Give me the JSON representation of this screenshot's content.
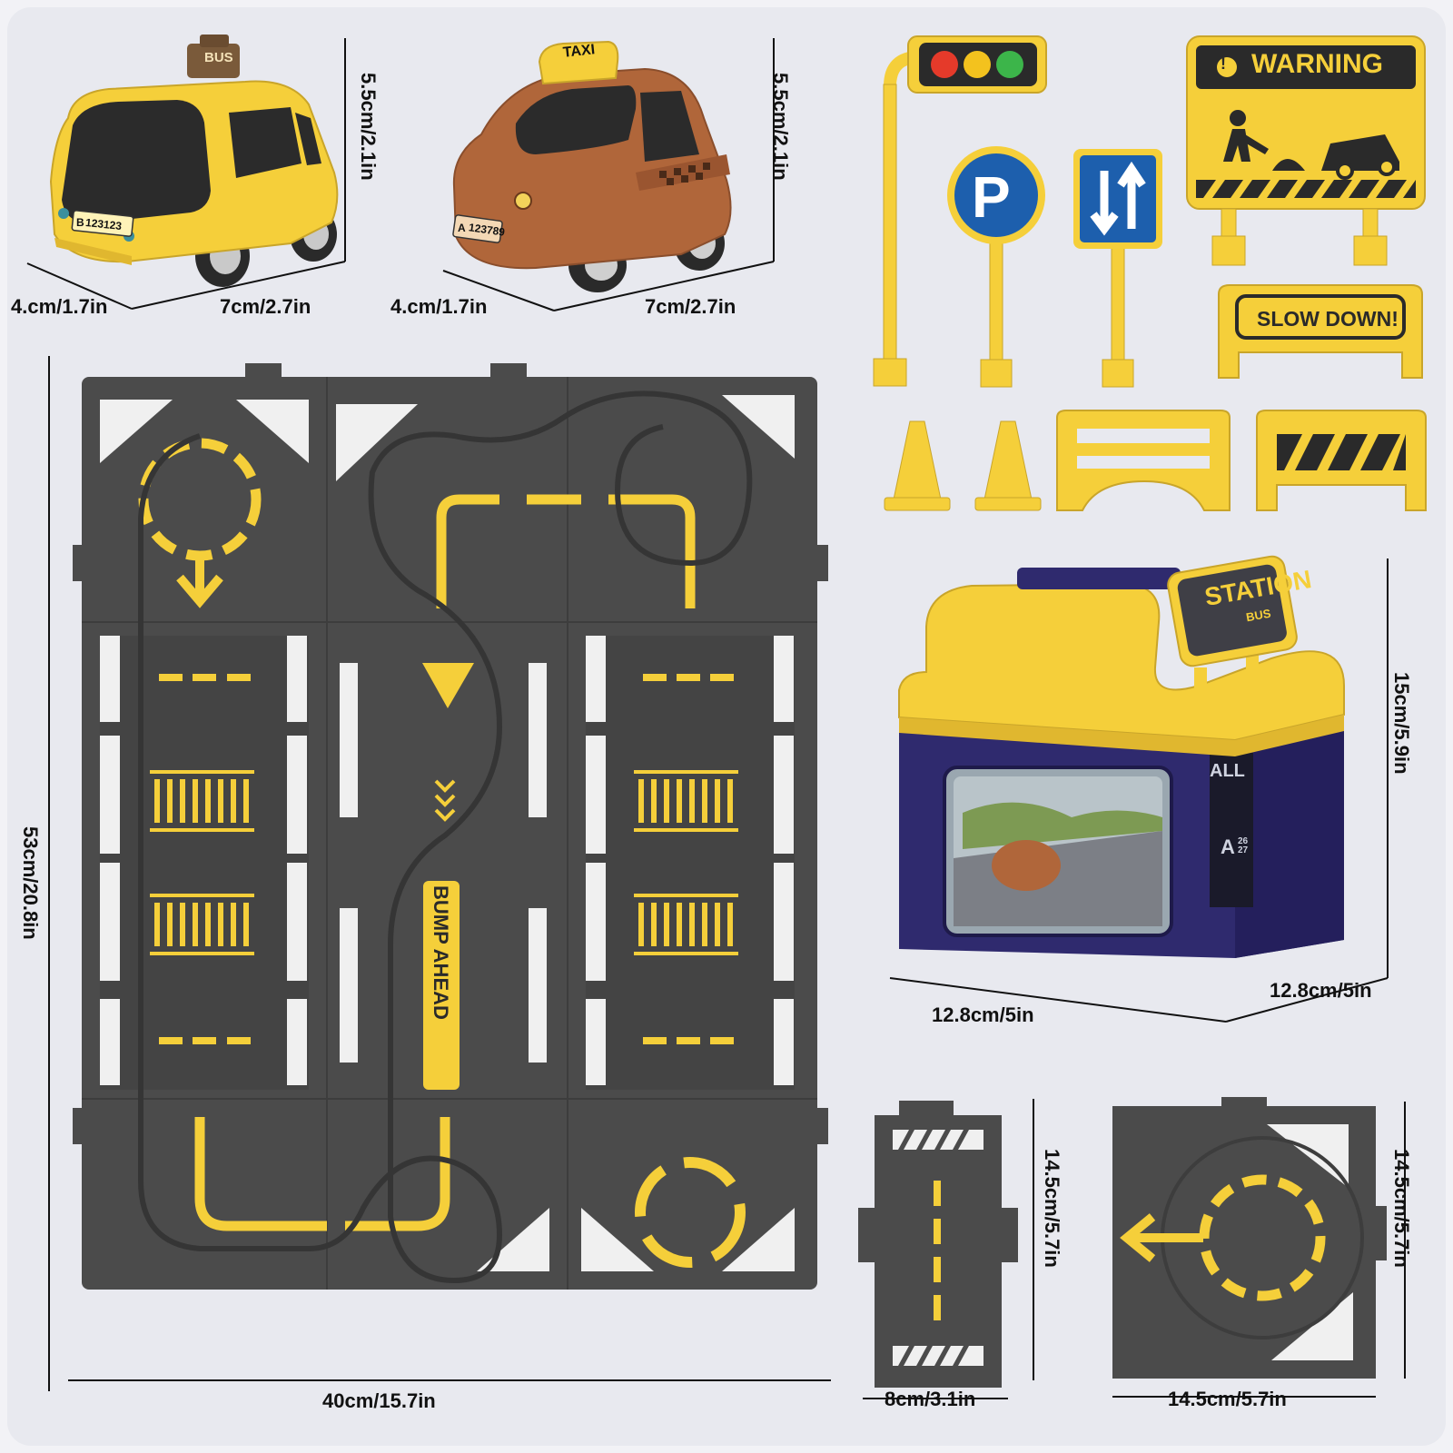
{
  "vehicles": {
    "bus": {
      "roof_sign": "BUS",
      "plate_prefix": "B",
      "plate_number": "123123",
      "height": "5.5cm/2.1in",
      "depth": "4.cm/1.7in",
      "length": "7cm/2.7in"
    },
    "taxi": {
      "roof_sign": "TAXI",
      "plate_prefix": "A",
      "plate_number": "123789",
      "height": "5.5cm/2.1in",
      "depth": "4.cm/1.7in",
      "length": "7cm/2.7in"
    }
  },
  "signs": {
    "parking": "P",
    "warning": "WARNING",
    "slow_down": "SLOW DOWN!"
  },
  "station": {
    "sign_title": "STATION",
    "sign_sub": "BUS",
    "side_label": "ALL",
    "platform": "A",
    "platform_numbers": "26 27",
    "height": "15cm/5.9in",
    "width": "12.8cm/5in",
    "depth": "12.8cm/5in"
  },
  "track": {
    "bump_label": "BUMP AHEAD",
    "height": "53cm/20.8in",
    "width": "40cm/15.7in"
  },
  "straight_piece": {
    "height": "14.5cm/5.7in",
    "width": "8cm/3.1in"
  },
  "roundabout_piece": {
    "height": "14.5cm/5.7in",
    "width": "14.5cm/5.7in"
  },
  "colors": {
    "yellow": "#f5cf3a",
    "track": "#4b4b4b",
    "navy": "#2f2a6e",
    "taxi_brown": "#b0663a"
  }
}
